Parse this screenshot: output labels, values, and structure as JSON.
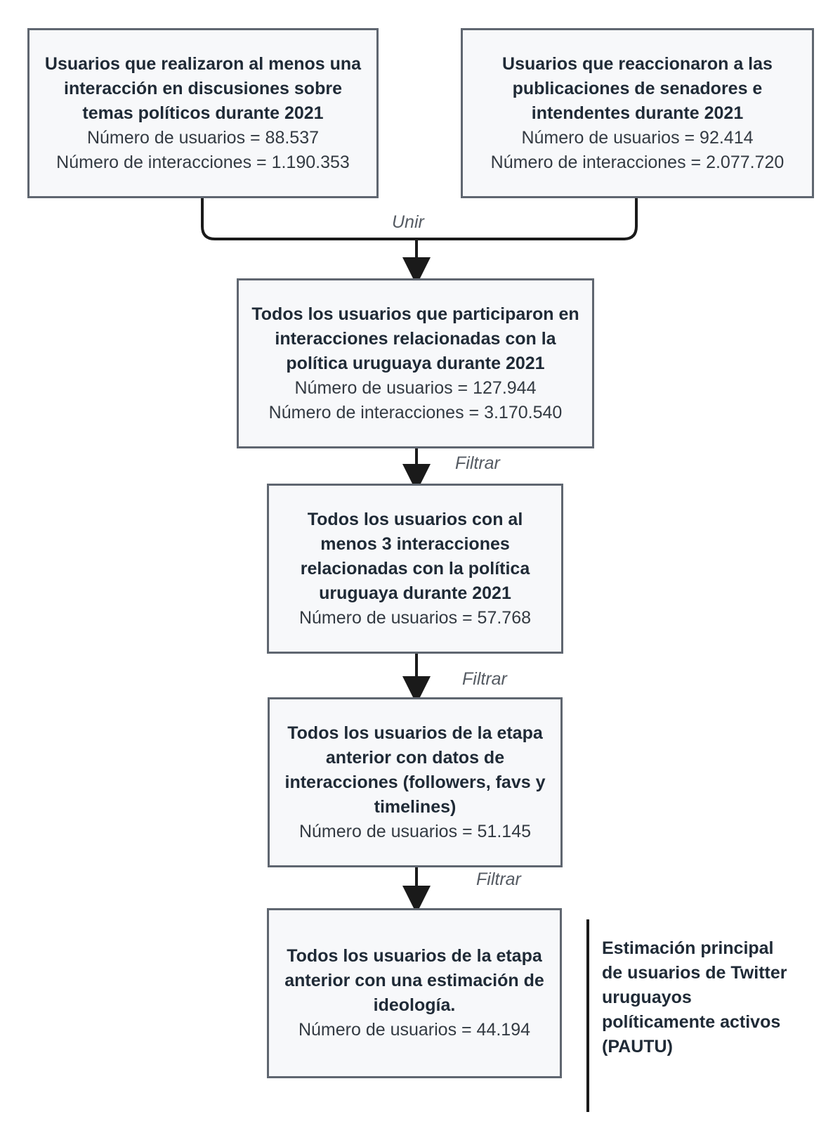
{
  "nodes": {
    "discussions": {
      "title": "Usuarios que realizaron al menos una interacción en discusiones sobre temas políticos durante 2021",
      "users": "Número de usuarios = 88.537",
      "interactions": "Número de interacciones = 1.190.353"
    },
    "reactions": {
      "title": "Usuarios que reaccionaron a las publicaciones de senadores e intendentes durante 2021",
      "users": "Número de usuarios = 92.414",
      "interactions": "Número de interacciones = 2.077.720"
    },
    "all_users": {
      "title": "Todos los usuarios que participaron en interacciones relacionadas con la política uruguaya durante 2021",
      "users": "Número de usuarios = 127.944",
      "interactions": "Número de interacciones = 3.170.540"
    },
    "min3": {
      "title": "Todos los usuarios con al menos 3 interacciones relacionadas con la política uruguaya durante 2021",
      "users": "Número de usuarios = 57.768"
    },
    "with_data": {
      "title": "Todos los usuarios de la etapa anterior con datos de interacciones (followers, favs y timelines)",
      "users": "Número de usuarios = 51.145"
    },
    "ideology": {
      "title": "Todos los usuarios de la etapa anterior con una estimación de ideología.",
      "users": "Número de usuarios = 44.194"
    }
  },
  "edges": {
    "merge": "Unir",
    "filter1": "Filtrar",
    "filter2": "Filtrar",
    "filter3": "Filtrar"
  },
  "side_note": "Estimación principal de usuarios de Twitter uruguayos políticamente activos (PAUTU)",
  "colors": {
    "box_fill": "#f7f8fa",
    "box_border": "#5f6670",
    "arrow": "#1a1a1a"
  }
}
